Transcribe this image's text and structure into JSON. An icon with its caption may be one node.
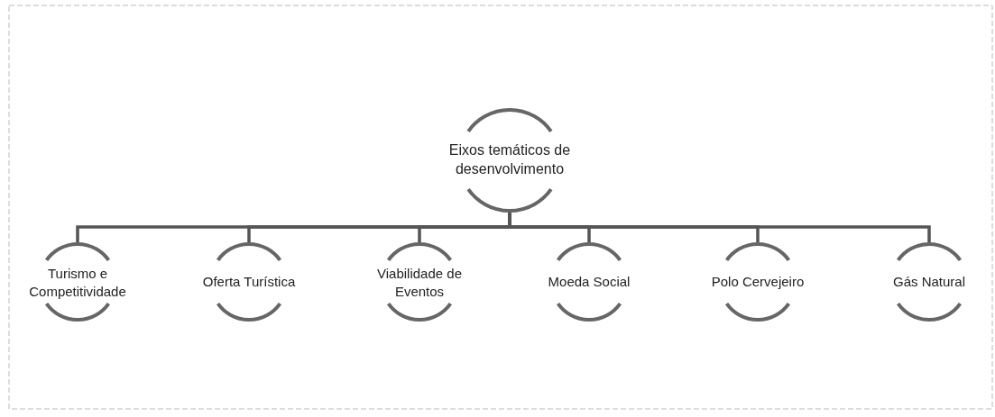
{
  "diagram": {
    "nodes": [
      {
        "text": [
          "Eixos temáticos de desenvolvimento"
        ]
      },
      {
        "text": [
          "Turismo e Competitividade"
        ]
      },
      {
        "text": [
          "Oferta Turística"
        ]
      },
      {
        "text": [
          "Viabilidade de Eventos"
        ]
      },
      {
        "text": [
          "Moeda Social"
        ]
      },
      {
        "text": [
          "Polo Cervejeiro"
        ]
      },
      {
        "text": [
          "Gás Natural"
        ]
      }
    ],
    "edges": [
      {
        "from": 0,
        "to": 1,
        "arrow": "none"
      },
      {
        "from": 0,
        "to": 2,
        "arrow": "none"
      },
      {
        "from": 0,
        "to": 3,
        "arrow": "none"
      },
      {
        "from": 0,
        "to": 4,
        "arrow": "none"
      },
      {
        "from": 0,
        "to": 5,
        "arrow": "none"
      },
      {
        "from": 0,
        "to": 6,
        "arrow": "none"
      }
    ]
  }
}
